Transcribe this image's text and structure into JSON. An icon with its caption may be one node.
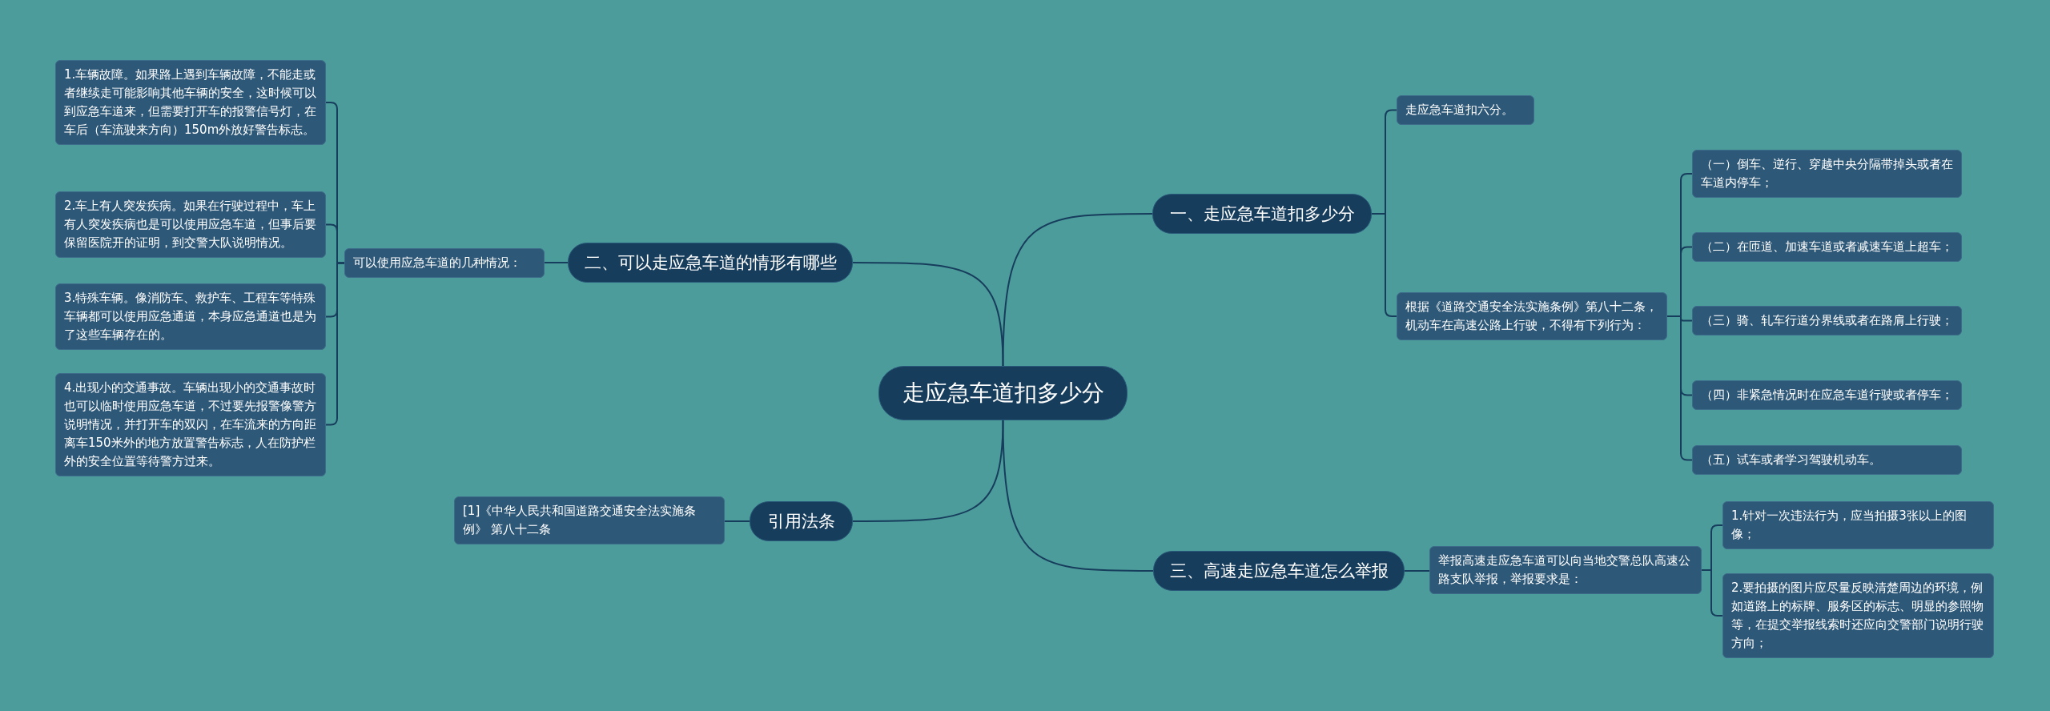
{
  "diagram": {
    "nodes": [
      {
        "text": [
          "走应急车道扣多少分"
        ]
      },
      {
        "text": [
          "一、走应急车道扣多少分"
        ]
      },
      {
        "text": [
          "走应急车道扣六分。"
        ]
      },
      {
        "text": [
          "根据《道路交通安全法实施条例》第八十二条，机动车在高速公路上行驶，不得有下列行为："
        ]
      },
      {
        "text": [
          "（一）倒车、逆行、穿越中央分隔带掉头或者在车道内停车；"
        ]
      },
      {
        "text": [
          "（二）在匝道、加速车道或者减速车道上超车；"
        ]
      },
      {
        "text": [
          "（三）骑、轧车行道分界线或者在路肩上行驶；"
        ]
      },
      {
        "text": [
          "（四）非紧急情况时在应急车道行驶或者停车；"
        ]
      },
      {
        "text": [
          "（五）试车或者学习驾驶机动车。"
        ]
      },
      {
        "text": [
          "二、可以走应急车道的情形有哪些"
        ]
      },
      {
        "text": [
          "可以使用应急车道的几种情况："
        ]
      },
      {
        "text": [
          "1.车辆故障。如果路上遇到车辆故障，不能走或者继续走可能影响其他车辆的安全，这时候可以到应急车道来，但需要打开车的报警信号灯，在车后（车流驶来方向）150m外放好警告标志。"
        ]
      },
      {
        "text": [
          "2.车上有人突发疾病。如果在行驶过程中，车上有人突发疾病也是可以使用应急车道，但事后要保留医院开的证明，到交警大队说明情况。"
        ]
      },
      {
        "text": [
          "3.特殊车辆。像消防车、救护车、工程车等特殊车辆都可以使用应急通道，本身应急通道也是为了这些车辆存在的。"
        ]
      },
      {
        "text": [
          "4.出现小的交通事故。车辆出现小的交通事故时也可以临时使用应急车道，不过要先报警像警方说明情况，并打开车的双闪，在车流来的方向距离车150米外的地方放置警告标志，人在防护栏外的安全位置等待警方过来。"
        ]
      },
      {
        "text": [
          "三、高速走应急车道怎么举报"
        ]
      },
      {
        "text": [
          "举报高速走应急车道可以向当地交警总队高速公路支队举报，举报要求是："
        ]
      },
      {
        "text": [
          "1.针对一次违法行为，应当拍摄3张以上的图像；"
        ]
      },
      {
        "text": [
          "2.要拍摄的图片应尽量反映清楚周边的环境，例如道路上的标牌、服务区的标志、明显的参照物等，在提交举报线索时还应向交警部门说明行驶方向；"
        ]
      },
      {
        "text": [
          "引用法条"
        ]
      },
      {
        "text": [
          "[1]《中华人民共和国道路交通安全法实施条例》 第八十二条"
        ]
      }
    ],
    "edges": [
      {
        "from": 0,
        "to": 1,
        "arrow": "none"
      },
      {
        "from": 1,
        "to": 2,
        "arrow": "none"
      },
      {
        "from": 1,
        "to": 3,
        "arrow": "none"
      },
      {
        "from": 3,
        "to": 4,
        "arrow": "none"
      },
      {
        "from": 3,
        "to": 5,
        "arrow": "none"
      },
      {
        "from": 3,
        "to": 6,
        "arrow": "none"
      },
      {
        "from": 3,
        "to": 7,
        "arrow": "none"
      },
      {
        "from": 3,
        "to": 8,
        "arrow": "none"
      },
      {
        "from": 0,
        "to": 9,
        "arrow": "none"
      },
      {
        "from": 9,
        "to": 10,
        "arrow": "none"
      },
      {
        "from": 10,
        "to": 11,
        "arrow": "none"
      },
      {
        "from": 10,
        "to": 12,
        "arrow": "none"
      },
      {
        "from": 10,
        "to": 13,
        "arrow": "none"
      },
      {
        "from": 10,
        "to": 14,
        "arrow": "none"
      },
      {
        "from": 0,
        "to": 15,
        "arrow": "none"
      },
      {
        "from": 15,
        "to": 16,
        "arrow": "none"
      },
      {
        "from": 16,
        "to": 17,
        "arrow": "none"
      },
      {
        "from": 16,
        "to": 18,
        "arrow": "none"
      },
      {
        "from": 0,
        "to": 19,
        "arrow": "none"
      },
      {
        "from": 19,
        "to": 20,
        "arrow": "none"
      }
    ]
  }
}
